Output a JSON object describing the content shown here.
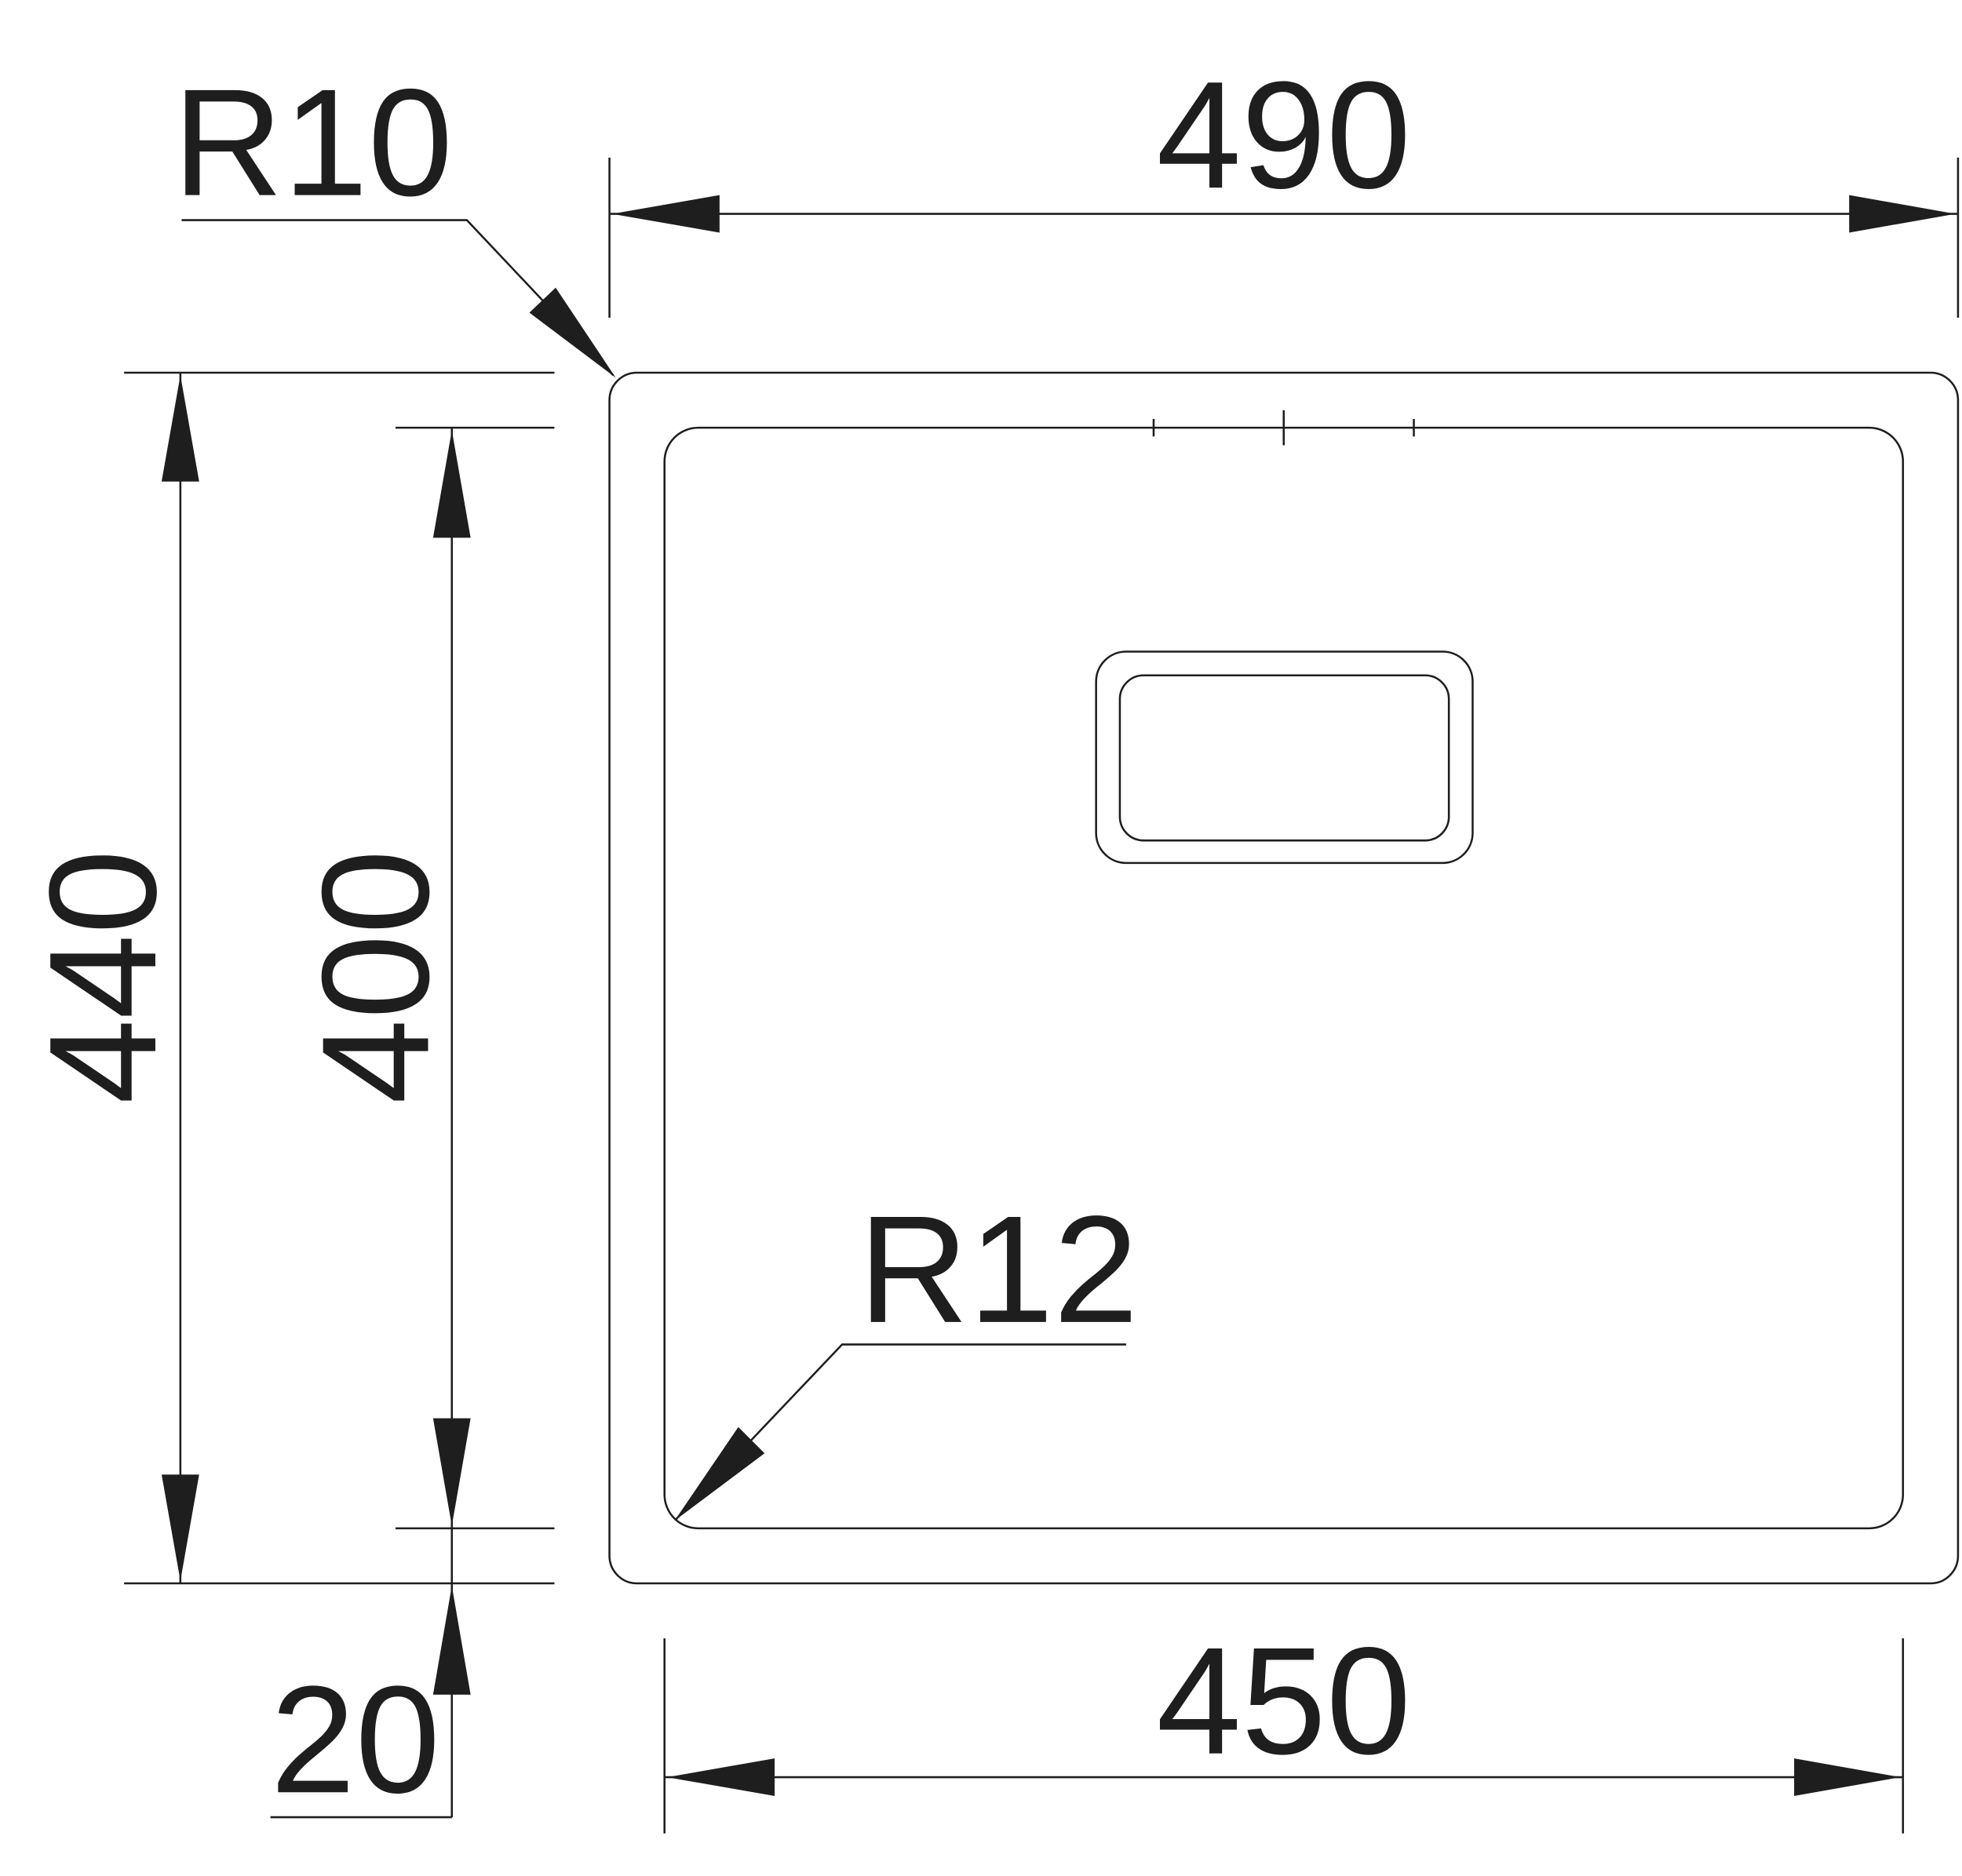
{
  "title": "Sink technical drawing",
  "dimensions": {
    "outer_width": "490",
    "inner_width": "450",
    "outer_height": "440",
    "inner_height": "400",
    "rim": "20",
    "outer_radius": "R10",
    "inner_radius": "R12"
  },
  "colors": {
    "line": "#1e1e1e",
    "background": "#ffffff"
  }
}
